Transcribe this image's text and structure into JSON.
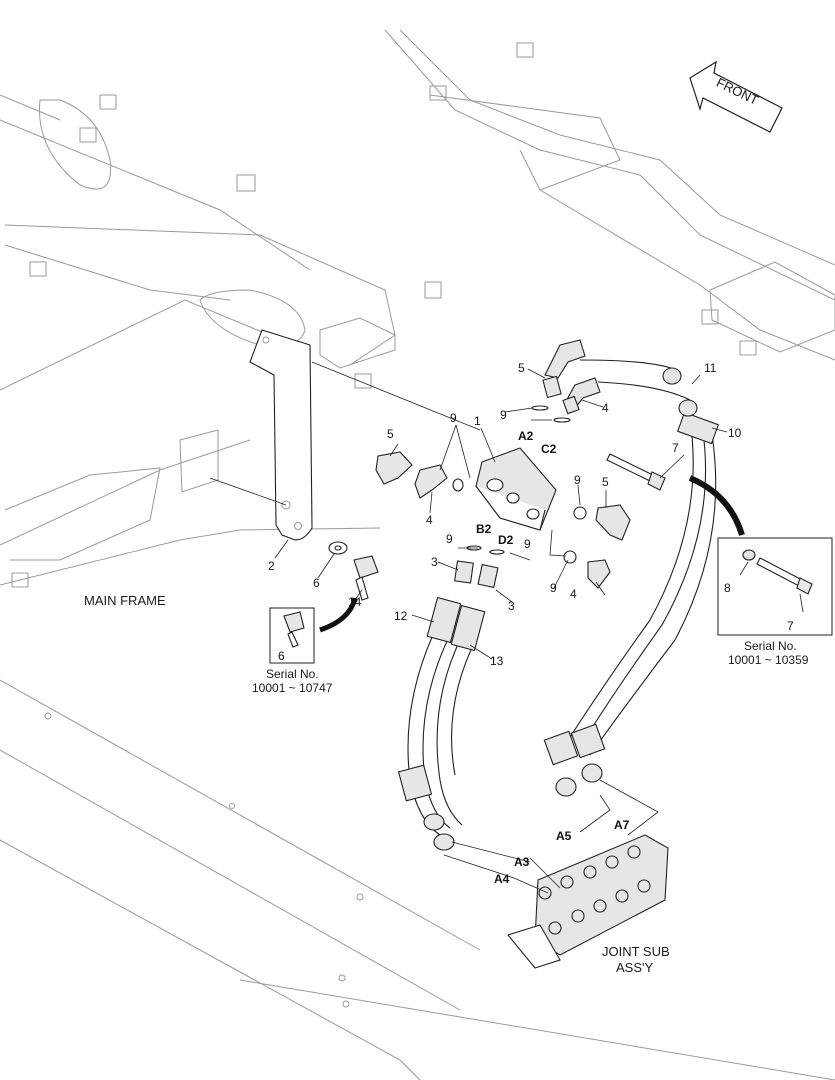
{
  "labels": {
    "front": "FRONT",
    "main_frame": "MAIN FRAME",
    "joint_sub_line1": "JOINT SUB",
    "joint_sub_line2": "ASS'Y"
  },
  "detail_left": {
    "part": "6",
    "serial_label": "Serial No.",
    "serial_range": "10001 ~ 10747"
  },
  "detail_right": {
    "part_a": "8",
    "part_b": "7",
    "serial_label": "Serial No.",
    "serial_range": "10001 ~ 10359"
  },
  "ports": {
    "a2": "A2",
    "c2": "C2",
    "b2": "B2",
    "d2": "D2",
    "a3": "A3",
    "a4": "A4",
    "a5": "A5",
    "a7": "A7"
  },
  "callouts": {
    "c1": "1",
    "c2": "2",
    "c3a": "3",
    "c3b": "3",
    "c4a": "4",
    "c4b": "4",
    "c4c": "4",
    "c5a": "5",
    "c5b": "5",
    "c5c": "5",
    "c6": "6",
    "c7": "7",
    "c9a": "9",
    "c9b": "9",
    "c9c": "9",
    "c9d": "9",
    "c9e": "9",
    "c9f": "9",
    "c10": "10",
    "c11": "11",
    "c12": "12",
    "c13": "13",
    "c14": "14"
  }
}
